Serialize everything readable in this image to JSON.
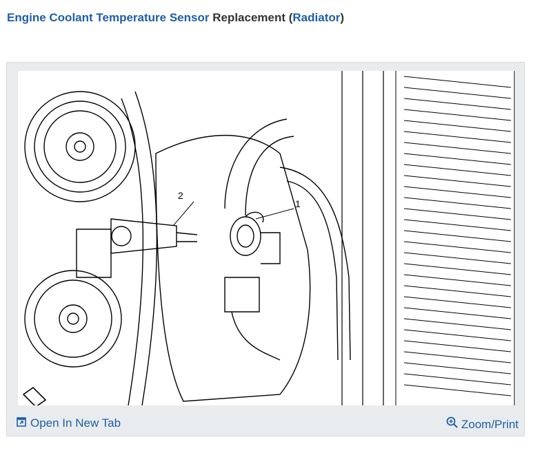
{
  "title": {
    "part1": "Engine Coolant Temperature Sensor",
    "part2": "Replacement (",
    "part3": "Radiator",
    "part4": ")"
  },
  "figure": {
    "callouts": [
      "2",
      "1"
    ]
  },
  "footer": {
    "open_tab_label": "Open In New Tab",
    "zoom_label": "Zoom/Print"
  },
  "colors": {
    "link": "#1f5ea8",
    "card_bg": "#e9ecef"
  }
}
